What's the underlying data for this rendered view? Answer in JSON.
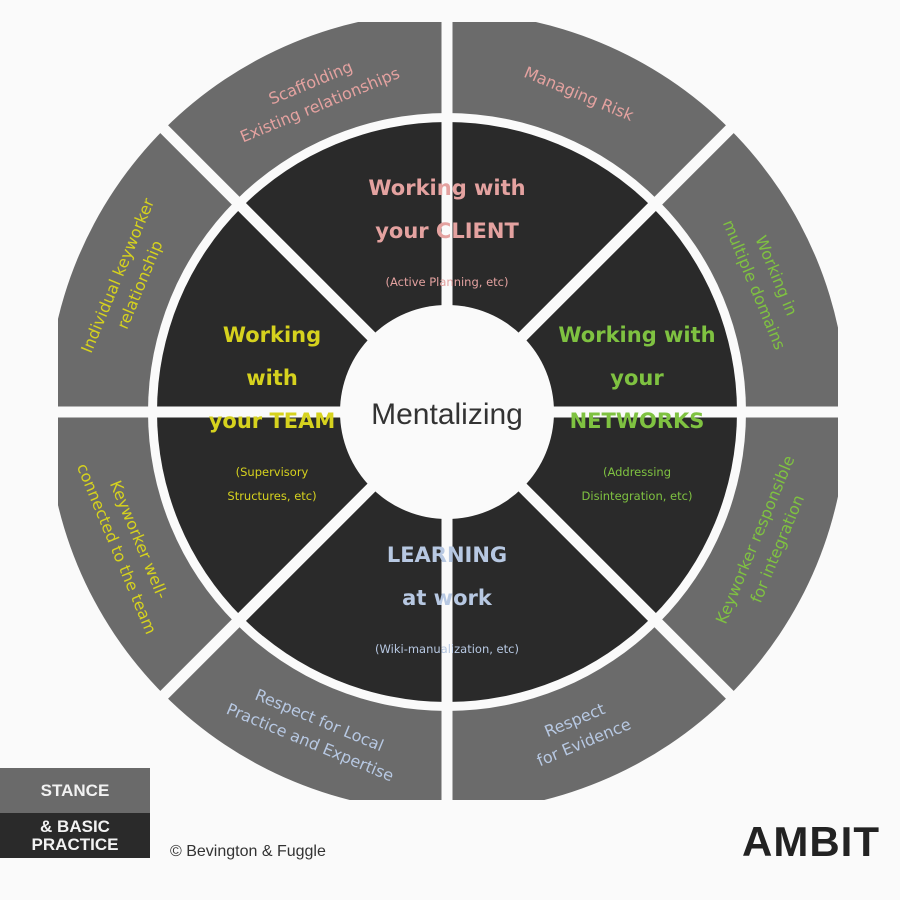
{
  "center": {
    "label": "Mentalizing"
  },
  "quadrants": [
    {
      "title": [
        "Working with",
        "your CLIENT"
      ],
      "subtitle": [
        "(Active Planning, etc)"
      ],
      "color": "#e4a2a0"
    },
    {
      "title": [
        "Working with",
        "your",
        "NETWORKS"
      ],
      "subtitle": [
        "(Addressing",
        "Disintegration, etc)"
      ],
      "color": "#7fc241"
    },
    {
      "title": [
        "LEARNING",
        "at work"
      ],
      "subtitle": [
        "(Wiki-manualization, etc)"
      ],
      "color": "#b7c8e2"
    },
    {
      "title": [
        "Working",
        "with",
        "your TEAM"
      ],
      "subtitle": [
        "(Supervisory",
        "Structures, etc)"
      ],
      "color": "#d6d21e"
    }
  ],
  "outer_segments": [
    {
      "lines": [
        "Scaffolding",
        "Existing relationships"
      ],
      "color": "#e4a2a0"
    },
    {
      "lines": [
        "Managing Risk"
      ],
      "color": "#e4a2a0"
    },
    {
      "lines": [
        "Working in",
        "multiple  domains"
      ],
      "color": "#7fc241"
    },
    {
      "lines": [
        "Keyworker responsible",
        "for integration"
      ],
      "color": "#7fc241"
    },
    {
      "lines": [
        "Respect",
        "for Evidence"
      ],
      "color": "#b7c8e2"
    },
    {
      "lines": [
        "Respect for Local",
        "Practice and Expertise"
      ],
      "color": "#b7c8e2"
    },
    {
      "lines": [
        "Keyworker well-",
        "connected to the team"
      ],
      "color": "#d6d21e"
    },
    {
      "lines": [
        "Individual keyworker",
        "relationship"
      ],
      "color": "#d6d21e"
    }
  ],
  "legend": {
    "stance": "STANCE",
    "basic_1": "& BASIC",
    "basic_2": "PRACTICE"
  },
  "copyright": "© Bevington & Fuggle",
  "brand": "AMBIT"
}
